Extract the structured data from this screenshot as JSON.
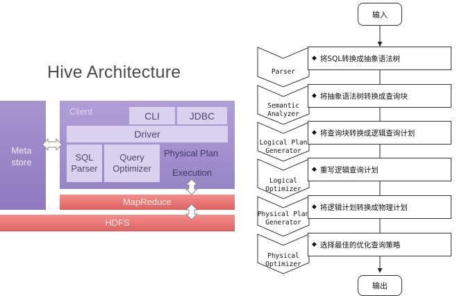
{
  "hive": {
    "title": "Hive Architecture",
    "metastore": "Meta\nstore",
    "client": "Client",
    "cli": "CLI",
    "jdbc": "JDBC",
    "driver": "Driver",
    "sql_parser": "SQL\nParser",
    "query_optimizer": "Query\nOptimizer",
    "physical_plan": "Physical Plan",
    "execution": "Execution",
    "mapreduce": "MapReduce",
    "hdfs": "HDFS"
  },
  "flow": {
    "start": "输入",
    "end": "输出",
    "steps": [
      {
        "label": "Parser",
        "description": "将SQL转换成抽象语法树"
      },
      {
        "label": "Semantic\nAnalyzer",
        "description": "将抽象语法树转换成查询块"
      },
      {
        "label": "Logical Plan\nGenerator",
        "description": "将查询块转换成逻辑查询计划"
      },
      {
        "label": "Logical\nOptimizer",
        "description": "重写逻辑查询计划"
      },
      {
        "label": "Physical Plan\nGenerator",
        "description": "将逻辑计划转换成物理计划"
      },
      {
        "label": "Physical\nOptimizer",
        "description": "选择最佳的优化查询策略"
      }
    ]
  },
  "colors": {
    "purple_light": "#d9d1ee",
    "purple": "#9786c6",
    "red": "#dc6361",
    "line": "#333333"
  }
}
